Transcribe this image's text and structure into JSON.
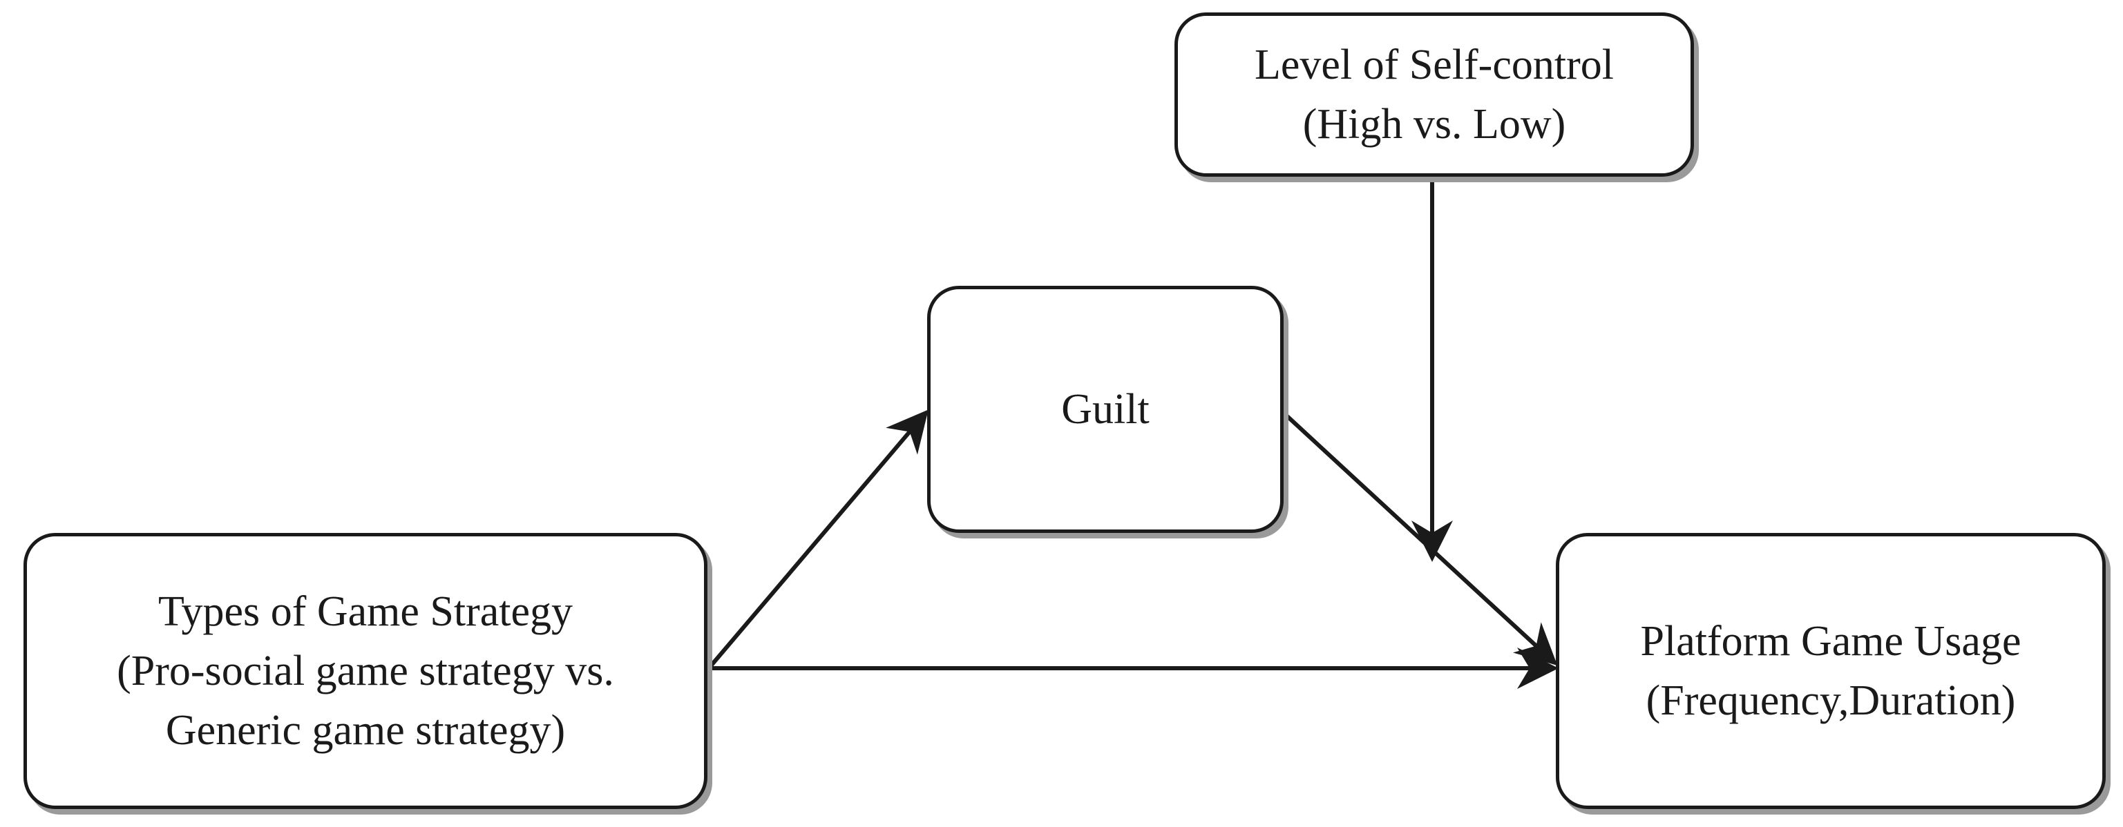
{
  "nodes": {
    "self_control": {
      "line1": "Level of Self-control",
      "line2": "(High vs. Low)"
    },
    "guilt": {
      "line1": "Guilt"
    },
    "strategy": {
      "line1": "Types of Game Strategy",
      "line2": "(Pro-social game strategy vs.",
      "line3": "Generic game strategy)"
    },
    "usage": {
      "line1": "Platform Game Usage",
      "line2": "(Frequency,Duration)"
    }
  },
  "edges": [
    {
      "from": "strategy",
      "to": "guilt"
    },
    {
      "from": "guilt",
      "to": "usage"
    },
    {
      "from": "strategy",
      "to": "usage"
    },
    {
      "from": "self_control",
      "to": "guilt-usage-path"
    }
  ]
}
